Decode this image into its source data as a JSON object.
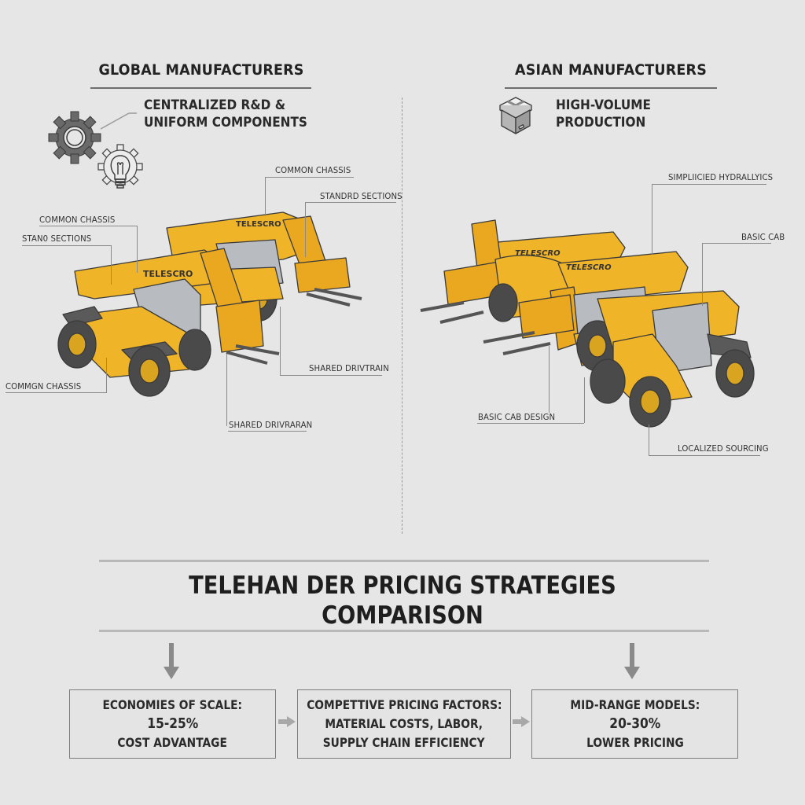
{
  "left_panel": {
    "title": "GLOBAL MANUFACTURERS",
    "subtitle_lines": [
      "CENTRALIZED R&D &",
      "UNIFORM COMPONENTS"
    ],
    "icons": [
      "gear-icon",
      "lightbulb-gear-icon"
    ],
    "machine_label": "TELESCRO",
    "callouts": [
      {
        "text": "COMMON CHASSIS",
        "position": "top-right"
      },
      {
        "text": "STANDRD SECTIONS",
        "position": "upper-right"
      },
      {
        "text": "COMMON CHASSIS",
        "position": "upper-left"
      },
      {
        "text": "STAN0 SECTIONS",
        "position": "left"
      },
      {
        "text": "SHARED DRIVTRAIN",
        "position": "lower-right"
      },
      {
        "text": "COMMGN CHASSIS",
        "position": "lower-left"
      },
      {
        "text": "SHARED DRIVRARAN",
        "position": "bottom"
      }
    ]
  },
  "right_panel": {
    "title": "ASIAN MANUFACTURERS",
    "subtitle_lines": [
      "HIGH-VOLUME",
      "PRODUCTION"
    ],
    "icons": [
      "box-icon"
    ],
    "machine_label": "TELESCRO",
    "callouts": [
      {
        "text": "SIMPLIICIED HYDRALLYICS",
        "position": "top-right"
      },
      {
        "text": "BASIC CAB",
        "position": "right"
      },
      {
        "text": "BASIC CAB DESIGN",
        "position": "bottom-left"
      },
      {
        "text": "LOCALIZED SOURCING",
        "position": "bottom-right"
      }
    ]
  },
  "comparison": {
    "title_lines": [
      "TELEHAN DER PRICING STRATEGIES",
      "COMPARISON"
    ],
    "boxes": [
      {
        "lines": [
          "ECONOMIES OF SCALE:",
          "15-25%",
          "COST ADVANTAGE"
        ]
      },
      {
        "lines": [
          "COMPETTIVE PRICING FACTORS:",
          "MATERIAL COSTS, LABOR,",
          "SUPPLY CHAIN EFFICIENCY"
        ]
      },
      {
        "lines": [
          "MID-RANGE MODELS:",
          "20-30%",
          "LOWER PRICING"
        ]
      }
    ]
  },
  "colors": {
    "background": "#e6e6e6",
    "machine_yellow": "#f0b429",
    "machine_dark": "#4a4a4a",
    "text": "#222222",
    "rule": "#6e6e6e",
    "arrow": "#8a8a8a"
  }
}
